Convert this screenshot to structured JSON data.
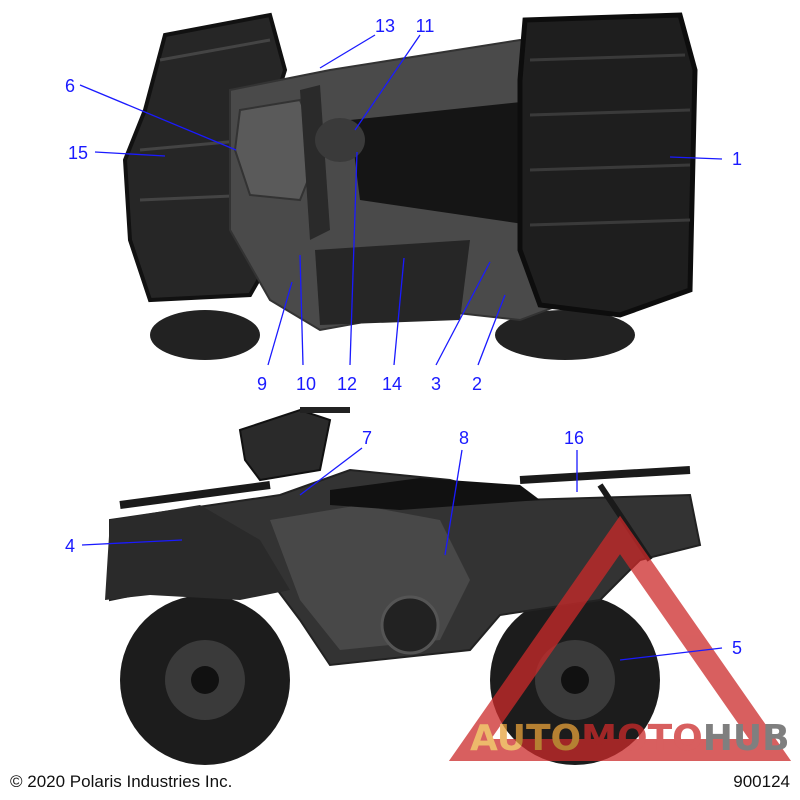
{
  "footer": {
    "copyright": "© 2020 Polaris Industries Inc.",
    "part_number": "900124"
  },
  "watermark": {
    "part1": "AUTO",
    "part2": "MOTO",
    "part3": "HUB",
    "color_primary": "#e8a23a",
    "color_secondary": "#cc2a2a"
  },
  "callouts": {
    "c1": "1",
    "c2": "2",
    "c3": "3",
    "c4": "4",
    "c5": "5",
    "c6": "6",
    "c7": "7",
    "c8": "8",
    "c9": "9",
    "c10": "10",
    "c11": "11",
    "c12": "12",
    "c13": "13",
    "c14": "14",
    "c15": "15",
    "c16": "16"
  },
  "colors": {
    "callout": "#1a1aff",
    "body_dark": "#2e2e2e",
    "body_mid": "#4a4a4a",
    "rack": "#1a1a1a"
  }
}
